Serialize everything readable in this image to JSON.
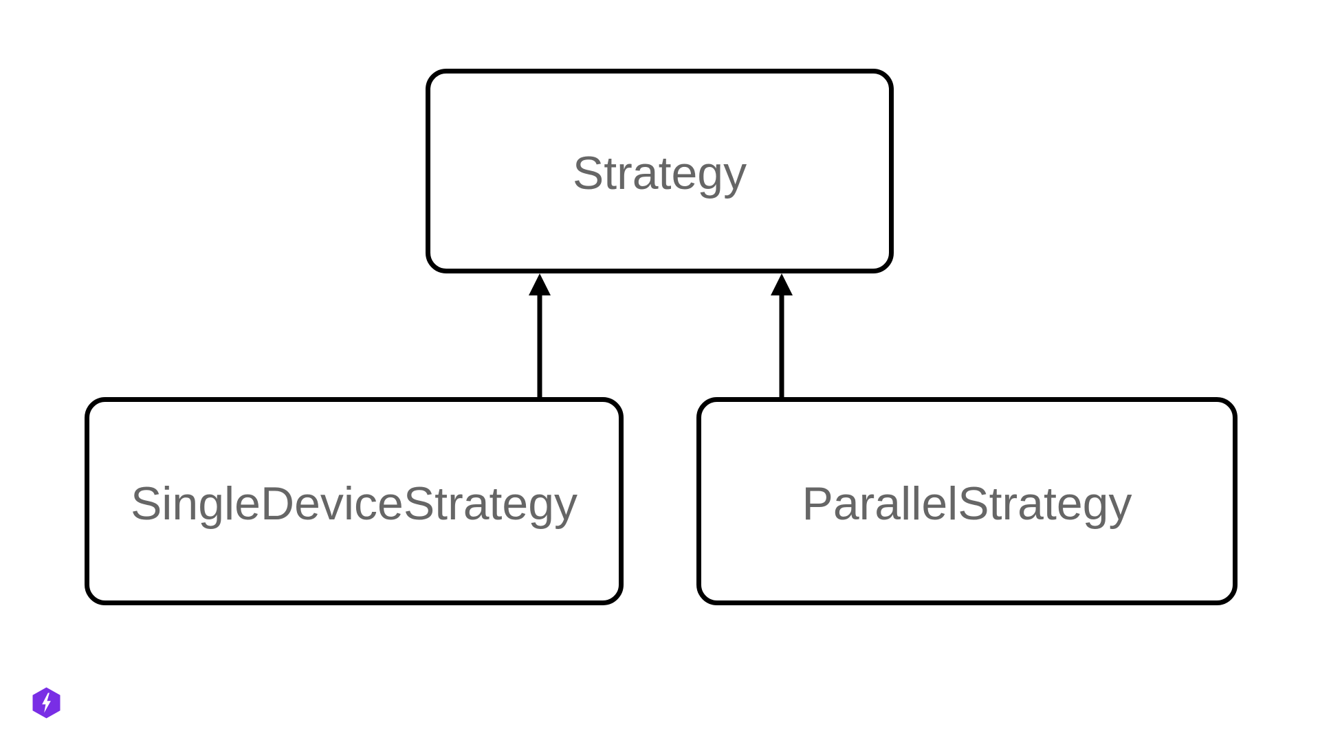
{
  "colors": {
    "background": "#ffffff",
    "stroke": "#000000",
    "node-text": "#666666",
    "logo-purple": "#792EE5",
    "logo-bolt": "#ffffff"
  },
  "diagram": {
    "type": "class-inheritance",
    "nodes": [
      {
        "id": "strategy",
        "label": "Strategy"
      },
      {
        "id": "single-device-strategy",
        "label": "SingleDeviceStrategy"
      },
      {
        "id": "parallel-strategy",
        "label": "ParallelStrategy"
      }
    ],
    "edges": [
      {
        "from": "SingleDeviceStrategy",
        "to": "Strategy",
        "style": "solid-arrow-up"
      },
      {
        "from": "ParallelStrategy",
        "to": "Strategy",
        "style": "solid-arrow-up"
      }
    ],
    "logo_icon": "lightning-hexagon-logo"
  }
}
